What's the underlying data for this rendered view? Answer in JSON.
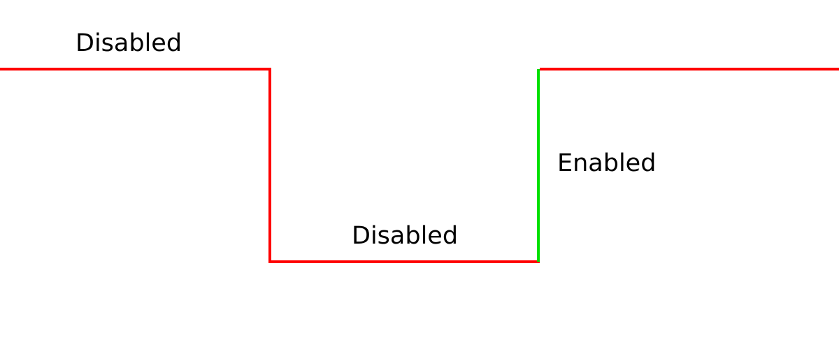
{
  "labels": {
    "top_left": "Disabled",
    "bottom": "Disabled",
    "rising_edge": "Enabled"
  },
  "colors": {
    "disabled_line": "#ff0000",
    "enabled_line": "#00e000",
    "text": "#000000",
    "background": "#ffffff"
  }
}
